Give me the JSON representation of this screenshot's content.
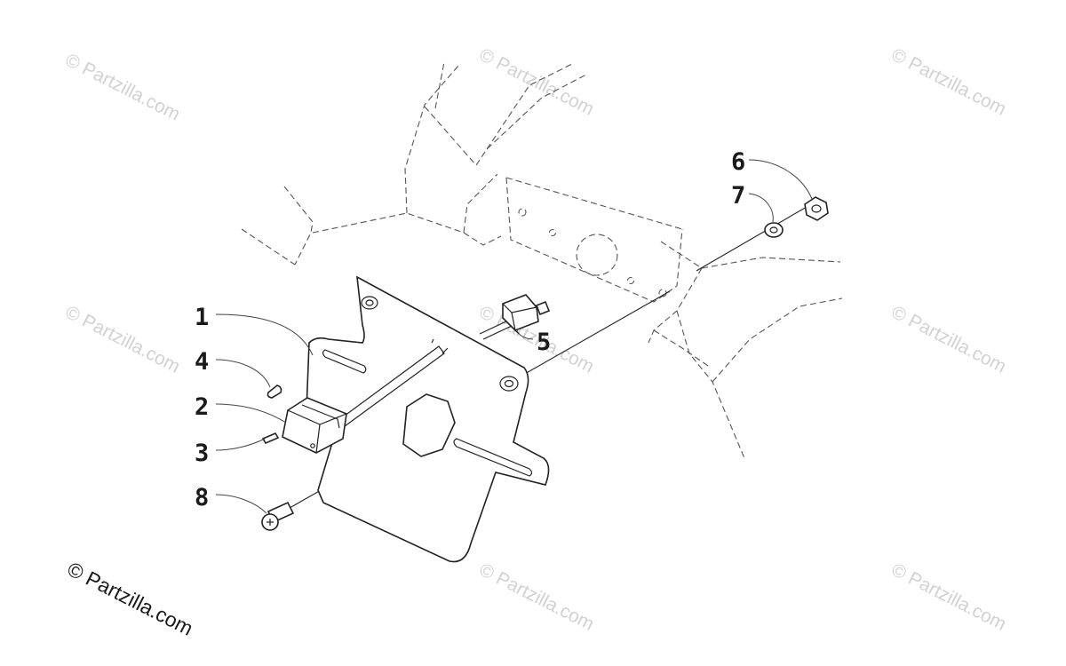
{
  "watermark_text": "© Partzilla.com",
  "copyright_text": "© Partzilla.com",
  "callouts": [
    "1",
    "2",
    "3",
    "4",
    "5",
    "6",
    "7",
    "8"
  ]
}
